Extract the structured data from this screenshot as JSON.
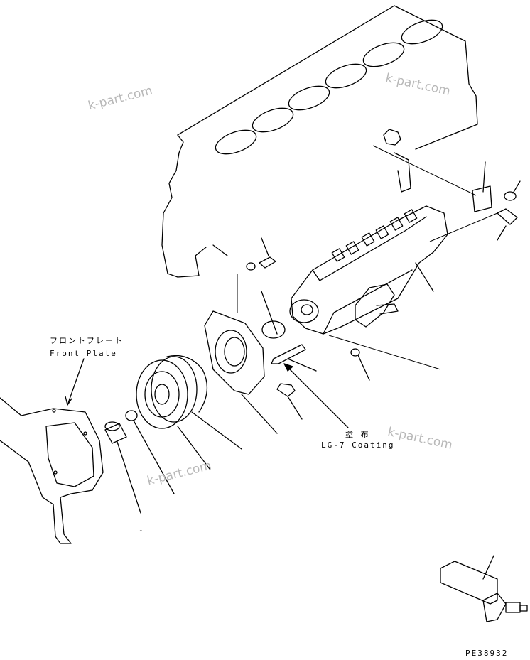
{
  "labels": {
    "front_plate_jp": "フロントプレート",
    "front_plate_en": "Front Plate",
    "coating_jp": "塗 布",
    "coating_en": "LG-7 Coating",
    "drawing_code": "PE38932",
    "small_dash": "-"
  },
  "watermarks": [
    "k-part.com",
    "k-part.com",
    "k-part.com",
    "k-part.com"
  ],
  "colors": {
    "line": "#000000",
    "watermark": "#b8b8b8",
    "background": "#ffffff"
  }
}
